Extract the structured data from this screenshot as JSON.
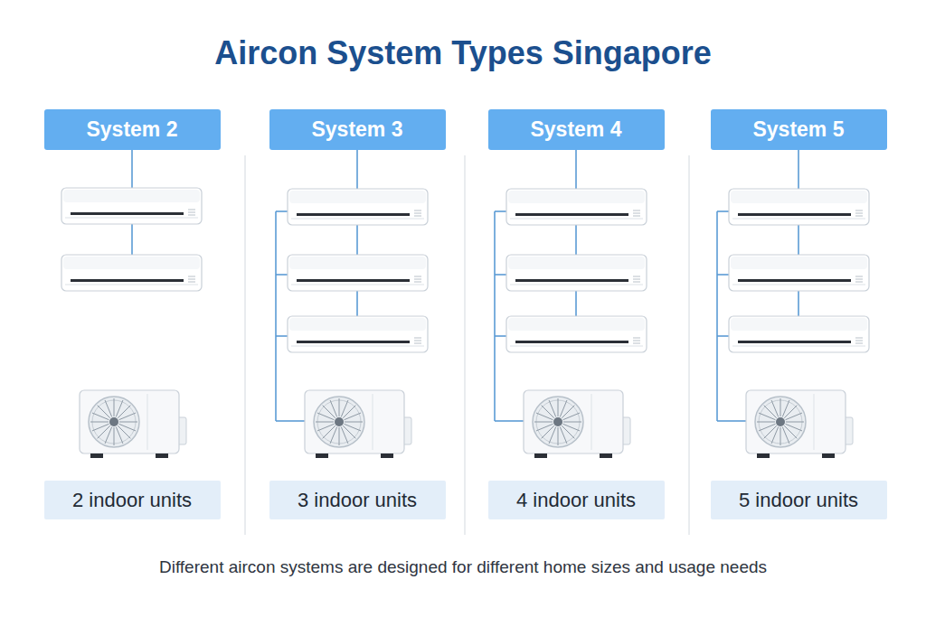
{
  "diagram": {
    "title": "Aircon System Types Singapore",
    "caption": "Different aircon systems are designed for different home sizes and usage needs",
    "nodes": [
      {
        "text": [
          "System 2"
        ]
      },
      {
        "text": [
          "System 3"
        ]
      },
      {
        "text": [
          "System 4"
        ]
      },
      {
        "text": [
          "System 5"
        ]
      },
      {
        "text": [
          "2 indoor units"
        ]
      },
      {
        "text": [
          "3 indoor units"
        ]
      },
      {
        "text": [
          "4 indoor units"
        ]
      },
      {
        "text": [
          "5 indoor units"
        ]
      }
    ]
  }
}
